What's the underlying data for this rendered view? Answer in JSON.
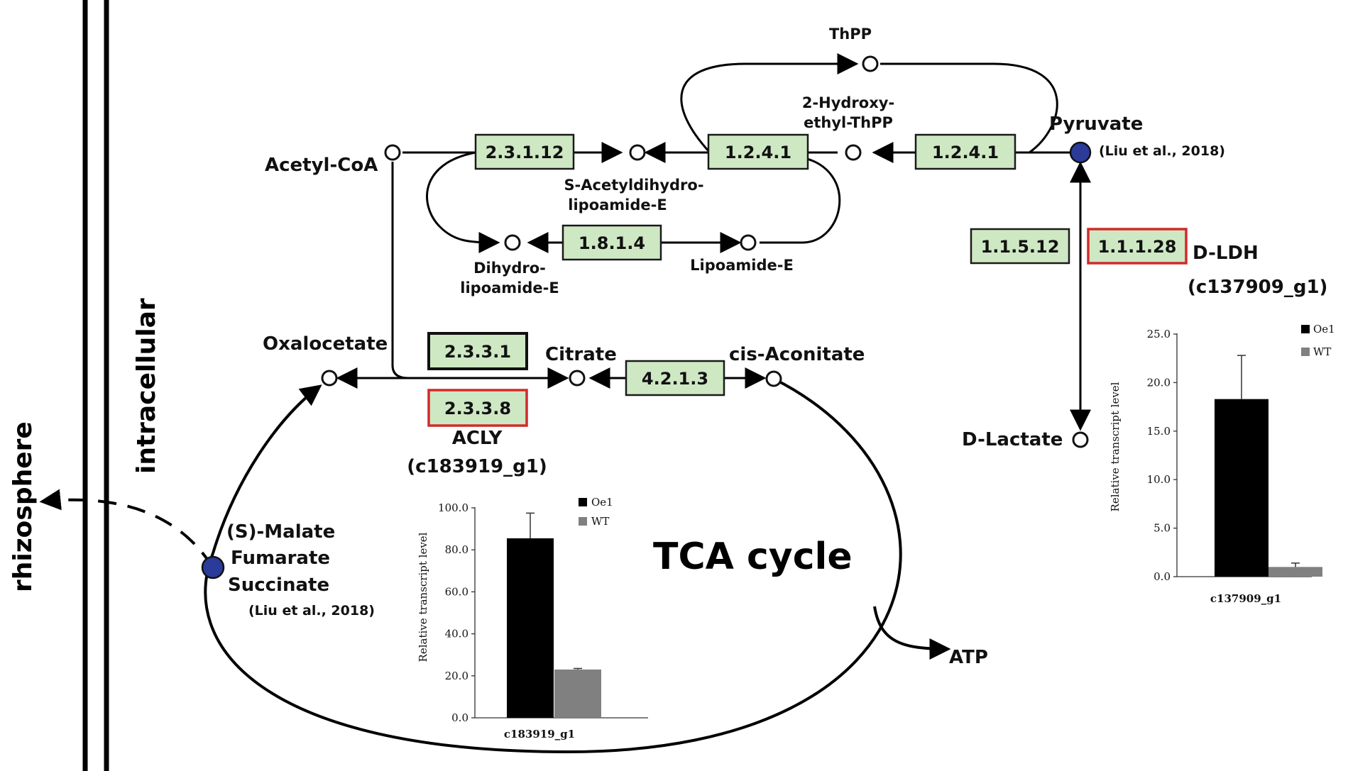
{
  "compartments": {
    "outside": "rhizosphere",
    "inside": "intracellular"
  },
  "metabolites": {
    "thpp": "ThPP",
    "hydroxyethyl_1": "2-Hydroxy-",
    "hydroxyethyl_2": "ethyl-ThPP",
    "pyruvate": "Pyruvate",
    "pyruvate_ref": "(Liu et al., 2018)",
    "acetyl_coa": "Acetyl-CoA",
    "s_acetyl_1": "S-Acetyldihydro-",
    "s_acetyl_2": "lipoamide-E",
    "dihydro_1": "Dihydro-",
    "dihydro_2": "lipoamide-E",
    "lipoamide": "Lipoamide-E",
    "oxalocetate": "Oxalocetate",
    "citrate": "Citrate",
    "cis_aconitate": "cis-Aconitate",
    "d_lactate": "D-Lactate",
    "malate": "(S)-Malate",
    "fumarate": "Fumarate",
    "succinate": "Succinate",
    "malate_ref": "(Liu et al., 2018)",
    "atp": "ATP",
    "tca": "TCA cycle"
  },
  "enzymes": {
    "ec_2_3_1_12": "2.3.1.12",
    "ec_1_2_4_1_a": "1.2.4.1",
    "ec_1_2_4_1_b": "1.2.4.1",
    "ec_1_8_1_4": "1.8.1.4",
    "ec_1_1_5_12": "1.1.5.12",
    "ec_1_1_1_28": "1.1.1.28",
    "ec_2_3_3_1": "2.3.3.1",
    "ec_2_3_3_8": "2.3.3.8",
    "ec_4_2_1_3": "4.2.1.3"
  },
  "genes": {
    "dldh_name": "D-LDH",
    "dldh_id": "(c137909_g1)",
    "acly_name": "ACLY",
    "acly_id": "(c183919_g1)"
  },
  "colors": {
    "enzyme_fill": "#cfe8c4",
    "highlight_border": "#d12a2a",
    "marker_fill": "#2a3b9a",
    "oe1": "#000000",
    "wt": "#808080"
  },
  "chart_data": [
    {
      "type": "bar",
      "categories": [
        "c183919_g1"
      ],
      "series": [
        {
          "name": "Oe1",
          "values": [
            85.5
          ],
          "error": [
            12
          ]
        },
        {
          "name": "WT",
          "values": [
            23
          ],
          "error": [
            0.5
          ]
        }
      ],
      "ylabel": "Relative transcript level",
      "xlabel": "c183919_g1",
      "ylim": [
        0,
        100
      ],
      "yticks": [
        "0.0",
        "20.0",
        "40.0",
        "60.0",
        "80.0",
        "100.0"
      ],
      "legend": "top-right"
    },
    {
      "type": "bar",
      "categories": [
        "c137909_g1"
      ],
      "series": [
        {
          "name": "Oe1",
          "values": [
            18.3
          ],
          "error": [
            4.5
          ]
        },
        {
          "name": "WT",
          "values": [
            1.0
          ],
          "error": [
            0.4
          ]
        }
      ],
      "ylabel": "Relative transcript level",
      "xlabel": "c137909_g1",
      "ylim": [
        0,
        25
      ],
      "yticks": [
        "0.0",
        "5.0",
        "10.0",
        "15.0",
        "20.0",
        "25.0"
      ],
      "legend": "top-right"
    }
  ]
}
